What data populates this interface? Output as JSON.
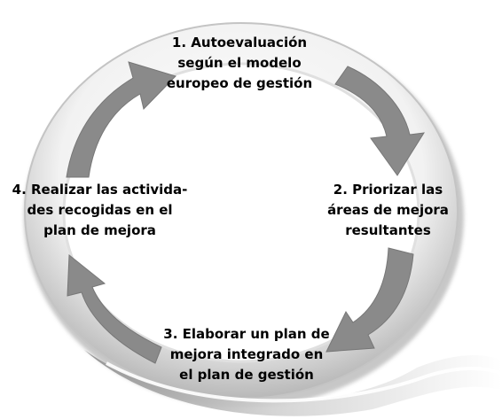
{
  "steps": [
    {
      "lines": [
        "1. Autoevaluación",
        "según el modelo",
        "europeo de gestión"
      ]
    },
    {
      "lines": [
        "2. Priorizar las",
        "áreas de mejora",
        "resultantes"
      ]
    },
    {
      "lines": [
        "3. Elaborar un plan de",
        "mejora integrado en",
        "el plan de gestión"
      ]
    },
    {
      "lines": [
        "4. Realizar las activida-",
        "des recogidas en el",
        "plan de mejora"
      ]
    }
  ],
  "colors": {
    "ring_light": "#f2f2f2",
    "ring_mid": "#c8c8c8",
    "ring_dark": "#8c8c8c",
    "arrow": "#8a8a8a"
  }
}
